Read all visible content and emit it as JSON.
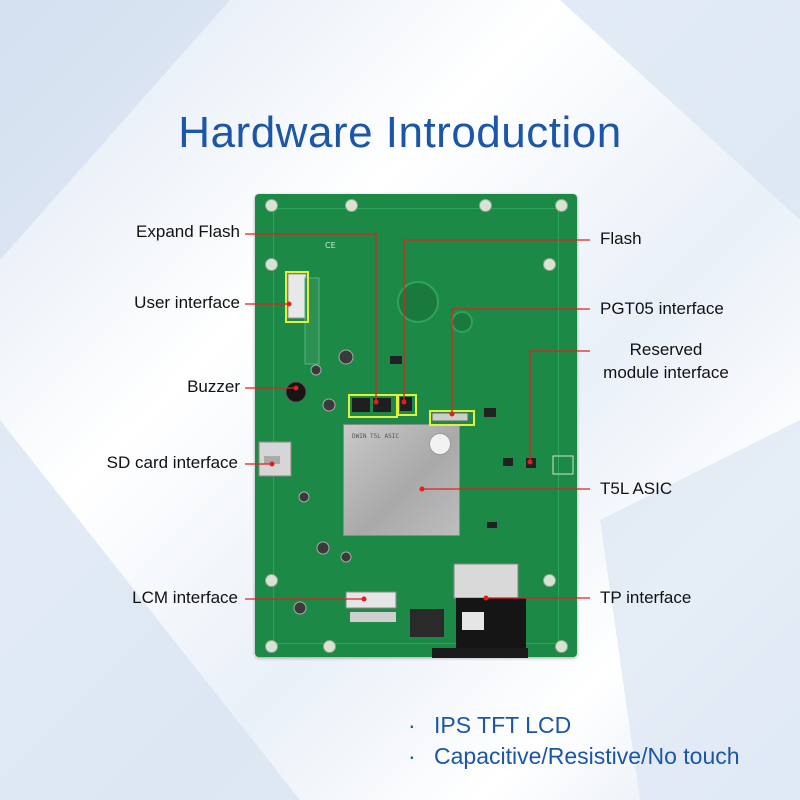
{
  "title": "Hardware Introduction",
  "labels": {
    "expand_flash": "Expand Flash",
    "user_interface": "User interface",
    "buzzer": "Buzzer",
    "sd_card_interface": "SD card interface",
    "lcm_interface": "LCM interface",
    "flash": "Flash",
    "pgt05_interface": "PGT05 interface",
    "reserved_line1": "Reserved",
    "reserved_line2": "module interface",
    "t5l_asic": "T5L ASIC",
    "tp_interface": "TP interface"
  },
  "chip_marking": "DWIN T5L ASIC",
  "features": [
    "IPS TFT LCD",
    "Capacitive/Resistive/No touch"
  ],
  "colors": {
    "title": "#1b56a8",
    "board": "#1c8a46",
    "callout_line": "#e02020",
    "highlight": "#e3ef3c"
  }
}
